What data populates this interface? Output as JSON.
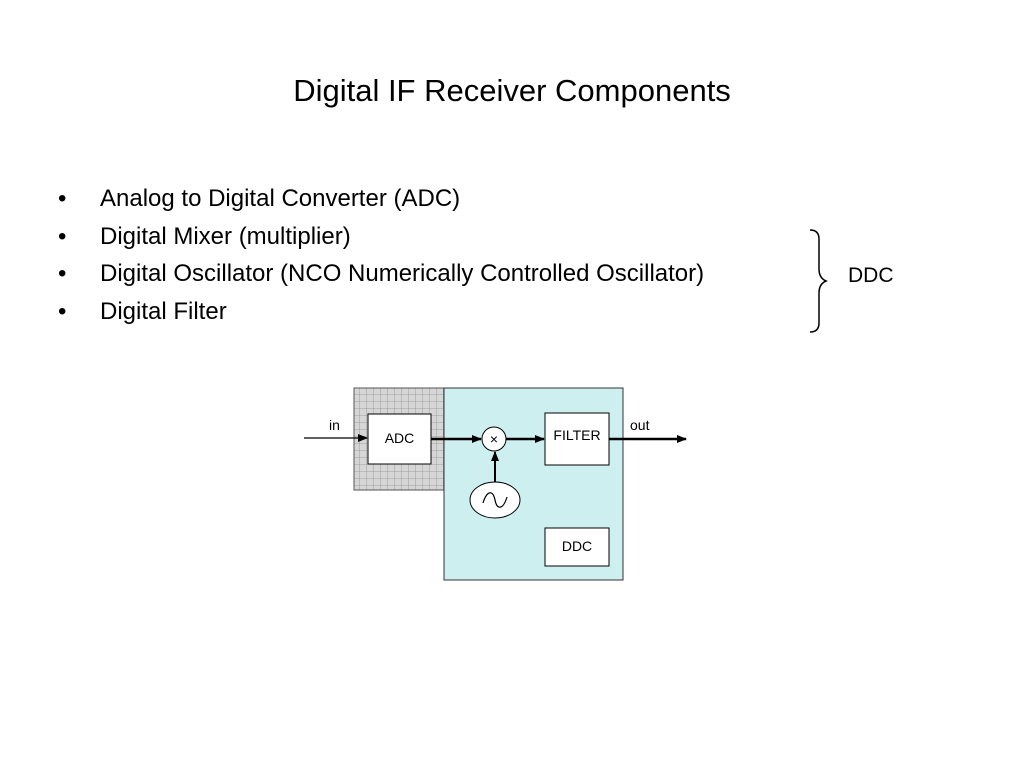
{
  "slide": {
    "title": "Digital IF Receiver Components",
    "bullets": [
      "Analog to Digital Converter (ADC)",
      "Digital Mixer (multiplier)",
      "Digital Oscillator (NCO Numerically Controlled Oscillator)",
      "Digital Filter"
    ],
    "bullet_glyph": "•",
    "brace_label": "DDC"
  },
  "diagram": {
    "input_label": "in",
    "output_label": "out",
    "adc_label": "ADC",
    "mixer_symbol": "×",
    "filter_label": "FILTER",
    "ddc_label": "DDC",
    "oscillator_symbol": "sine-wave-icon",
    "colors": {
      "ddc_fill": "#cdeff0",
      "adc_grid_fill": "#d6d6d6",
      "block_fill": "#ffffff"
    }
  }
}
